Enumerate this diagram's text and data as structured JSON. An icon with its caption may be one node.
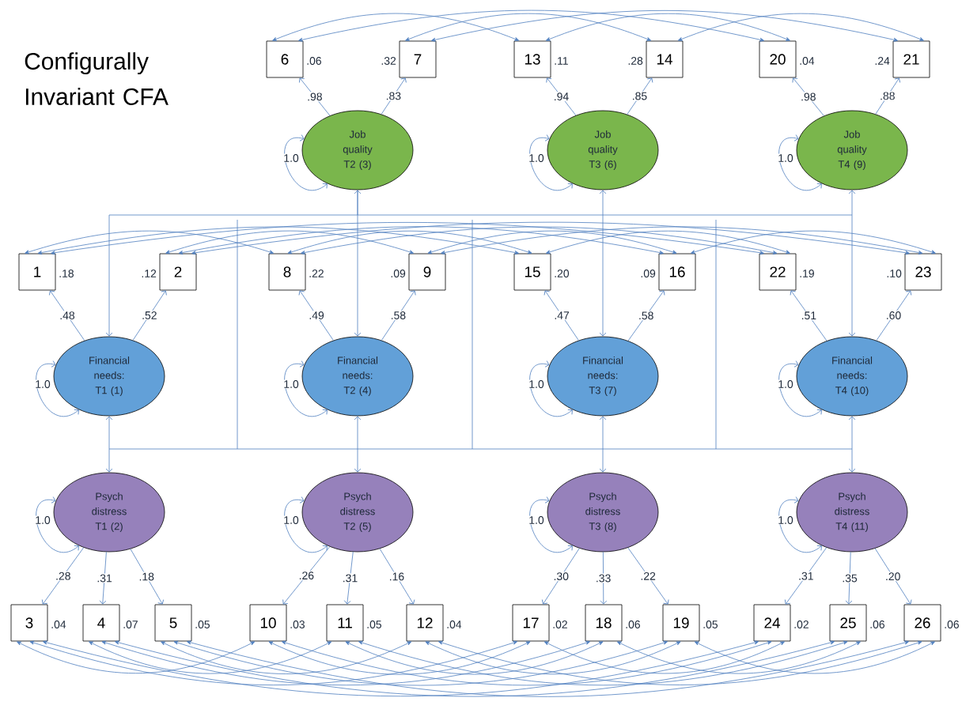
{
  "diagram": {
    "title": "Configurally Invariant CFA",
    "nodes": [
      {
        "text": [
          "6"
        ],
        "beside": [
          ".06"
        ]
      },
      {
        "text": [
          "7"
        ],
        "beside": [
          ".32"
        ]
      },
      {
        "text": [
          "13"
        ],
        "beside": [
          ".11"
        ]
      },
      {
        "text": [
          "14"
        ],
        "beside": [
          ".28"
        ]
      },
      {
        "text": [
          "20"
        ],
        "beside": [
          ".04"
        ]
      },
      {
        "text": [
          "21"
        ],
        "beside": [
          ".24"
        ]
      },
      {
        "text": [
          "Job quality T2 (3)"
        ]
      },
      {
        "text": [
          "Job quality T3 (6)"
        ]
      },
      {
        "text": [
          "Job quality T4 (9)"
        ]
      },
      {
        "text": [
          "1"
        ],
        "beside": [
          ".18"
        ]
      },
      {
        "text": [
          "2"
        ],
        "beside": [
          ".12"
        ]
      },
      {
        "text": [
          "8"
        ],
        "beside": [
          ".22"
        ]
      },
      {
        "text": [
          "9"
        ],
        "beside": [
          ".09"
        ]
      },
      {
        "text": [
          "15"
        ],
        "beside": [
          ".20"
        ]
      },
      {
        "text": [
          "16"
        ],
        "beside": [
          ".09"
        ]
      },
      {
        "text": [
          "22"
        ],
        "beside": [
          ".19"
        ]
      },
      {
        "text": [
          "23"
        ],
        "beside": [
          ".10"
        ]
      },
      {
        "text": [
          "Financial needs: T1 (1)"
        ]
      },
      {
        "text": [
          "Financial needs: T2 (4)"
        ]
      },
      {
        "text": [
          "Financial needs: T3 (7)"
        ]
      },
      {
        "text": [
          "Financial needs: T4 (10)"
        ]
      },
      {
        "text": [
          "Psych distress T1 (2)"
        ]
      },
      {
        "text": [
          "Psych distress T2 (5)"
        ]
      },
      {
        "text": [
          "Psych distress T3 (8)"
        ]
      },
      {
        "text": [
          "Psych distress T4 (11)"
        ]
      },
      {
        "text": [
          "3"
        ],
        "beside": [
          ".04"
        ]
      },
      {
        "text": [
          "4"
        ],
        "beside": [
          ".07"
        ]
      },
      {
        "text": [
          "5"
        ],
        "beside": [
          ".05"
        ]
      },
      {
        "text": [
          "10"
        ],
        "beside": [
          ".03"
        ]
      },
      {
        "text": [
          "11"
        ],
        "beside": [
          ".05"
        ]
      },
      {
        "text": [
          "12"
        ],
        "beside": [
          ".04"
        ]
      },
      {
        "text": [
          "17"
        ],
        "beside": [
          ".02"
        ]
      },
      {
        "text": [
          "18"
        ],
        "beside": [
          ".06"
        ]
      },
      {
        "text": [
          "19"
        ],
        "beside": [
          ".05"
        ]
      },
      {
        "text": [
          "24"
        ],
        "beside": [
          ".02"
        ]
      },
      {
        "text": [
          "25"
        ],
        "beside": [
          ".06"
        ]
      },
      {
        "text": [
          "26"
        ],
        "beside": [
          ".06"
        ]
      }
    ],
    "edges": [
      {
        "from": 6,
        "to": 0,
        "arrow": "to",
        "label": ".98"
      },
      {
        "from": 6,
        "to": 1,
        "arrow": "to",
        "label": ".83"
      },
      {
        "from": 7,
        "to": 2,
        "arrow": "to",
        "label": ".94"
      },
      {
        "from": 7,
        "to": 3,
        "arrow": "to",
        "label": ".85"
      },
      {
        "from": 8,
        "to": 4,
        "arrow": "to",
        "label": ".98"
      },
      {
        "from": 8,
        "to": 5,
        "arrow": "to",
        "label": ".88"
      },
      {
        "from": 17,
        "to": 9,
        "arrow": "to",
        "label": ".48"
      },
      {
        "from": 17,
        "to": 10,
        "arrow": "to",
        "label": ".52"
      },
      {
        "from": 18,
        "to": 11,
        "arrow": "to",
        "label": ".49"
      },
      {
        "from": 18,
        "to": 12,
        "arrow": "to",
        "label": ".58"
      },
      {
        "from": 19,
        "to": 13,
        "arrow": "to",
        "label": ".47"
      },
      {
        "from": 19,
        "to": 14,
        "arrow": "to",
        "label": ".58"
      },
      {
        "from": 20,
        "to": 15,
        "arrow": "to",
        "label": ".51"
      },
      {
        "from": 20,
        "to": 16,
        "arrow": "to",
        "label": ".60"
      },
      {
        "from": 21,
        "to": 25,
        "arrow": "to",
        "label": ".28"
      },
      {
        "from": 21,
        "to": 26,
        "arrow": "to",
        "label": ".31"
      },
      {
        "from": 21,
        "to": 27,
        "arrow": "to",
        "label": ".18"
      },
      {
        "from": 22,
        "to": 28,
        "arrow": "to",
        "label": ".26"
      },
      {
        "from": 22,
        "to": 29,
        "arrow": "to",
        "label": ".31"
      },
      {
        "from": 22,
        "to": 30,
        "arrow": "to",
        "label": ".16"
      },
      {
        "from": 23,
        "to": 31,
        "arrow": "to",
        "label": ".30"
      },
      {
        "from": 23,
        "to": 32,
        "arrow": "to",
        "label": ".33"
      },
      {
        "from": 23,
        "to": 33,
        "arrow": "to",
        "label": ".22"
      },
      {
        "from": 24,
        "to": 34,
        "arrow": "to",
        "label": ".31"
      },
      {
        "from": 24,
        "to": 35,
        "arrow": "to",
        "label": ".35"
      },
      {
        "from": 24,
        "to": 36,
        "arrow": "to",
        "label": ".20"
      },
      {
        "from": 6,
        "to": 6,
        "arrow": "both",
        "label": "1.0"
      },
      {
        "from": 7,
        "to": 7,
        "arrow": "both",
        "label": "1.0"
      },
      {
        "from": 8,
        "to": 8,
        "arrow": "both",
        "label": "1.0"
      },
      {
        "from": 17,
        "to": 17,
        "arrow": "both",
        "label": "1.0"
      },
      {
        "from": 18,
        "to": 18,
        "arrow": "both",
        "label": "1.0"
      },
      {
        "from": 19,
        "to": 19,
        "arrow": "both",
        "label": "1.0"
      },
      {
        "from": 20,
        "to": 20,
        "arrow": "both",
        "label": "1.0"
      },
      {
        "from": 21,
        "to": 21,
        "arrow": "both",
        "label": "1.0"
      },
      {
        "from": 22,
        "to": 22,
        "arrow": "both",
        "label": "1.0"
      },
      {
        "from": 23,
        "to": 23,
        "arrow": "both",
        "label": "1.0"
      },
      {
        "from": 24,
        "to": 24,
        "arrow": "both",
        "label": "1.0"
      },
      {
        "from": 6,
        "to": 17,
        "arrow": "to"
      },
      {
        "from": 6,
        "to": 18,
        "arrow": "both"
      },
      {
        "from": 7,
        "to": 19,
        "arrow": "both"
      },
      {
        "from": 8,
        "to": 20,
        "arrow": "both"
      },
      {
        "from": 17,
        "to": 21,
        "arrow": "both"
      },
      {
        "from": 18,
        "to": 22,
        "arrow": "both"
      },
      {
        "from": 19,
        "to": 23,
        "arrow": "both"
      },
      {
        "from": 20,
        "to": 24,
        "arrow": "both"
      },
      {
        "from": 0,
        "to": 2,
        "arrow": "both"
      },
      {
        "from": 0,
        "to": 4,
        "arrow": "both"
      },
      {
        "from": 2,
        "to": 4,
        "arrow": "both"
      },
      {
        "from": 1,
        "to": 3,
        "arrow": "both"
      },
      {
        "from": 1,
        "to": 5,
        "arrow": "both"
      },
      {
        "from": 3,
        "to": 5,
        "arrow": "both"
      },
      {
        "from": 9,
        "to": 11,
        "arrow": "both"
      },
      {
        "from": 9,
        "to": 13,
        "arrow": "both"
      },
      {
        "from": 9,
        "to": 15,
        "arrow": "both"
      },
      {
        "from": 11,
        "to": 13,
        "arrow": "both"
      },
      {
        "from": 11,
        "to": 15,
        "arrow": "both"
      },
      {
        "from": 13,
        "to": 15,
        "arrow": "both"
      },
      {
        "from": 10,
        "to": 12,
        "arrow": "both"
      },
      {
        "from": 10,
        "to": 14,
        "arrow": "both"
      },
      {
        "from": 10,
        "to": 16,
        "arrow": "both"
      },
      {
        "from": 12,
        "to": 14,
        "arrow": "both"
      },
      {
        "from": 12,
        "to": 16,
        "arrow": "both"
      },
      {
        "from": 14,
        "to": 16,
        "arrow": "both"
      },
      {
        "from": 25,
        "to": 28,
        "arrow": "both"
      },
      {
        "from": 25,
        "to": 31,
        "arrow": "both"
      },
      {
        "from": 25,
        "to": 34,
        "arrow": "both"
      },
      {
        "from": 28,
        "to": 31,
        "arrow": "both"
      },
      {
        "from": 28,
        "to": 34,
        "arrow": "both"
      },
      {
        "from": 31,
        "to": 34,
        "arrow": "both"
      },
      {
        "from": 26,
        "to": 29,
        "arrow": "both"
      },
      {
        "from": 26,
        "to": 32,
        "arrow": "both"
      },
      {
        "from": 26,
        "to": 35,
        "arrow": "both"
      },
      {
        "from": 29,
        "to": 32,
        "arrow": "both"
      },
      {
        "from": 29,
        "to": 35,
        "arrow": "both"
      },
      {
        "from": 32,
        "to": 35,
        "arrow": "both"
      },
      {
        "from": 27,
        "to": 30,
        "arrow": "both"
      },
      {
        "from": 27,
        "to": 33,
        "arrow": "both"
      },
      {
        "from": 27,
        "to": 36,
        "arrow": "both"
      },
      {
        "from": 30,
        "to": 33,
        "arrow": "both"
      },
      {
        "from": 30,
        "to": 36,
        "arrow": "both"
      },
      {
        "from": 33,
        "to": 36,
        "arrow": "both"
      }
    ]
  }
}
